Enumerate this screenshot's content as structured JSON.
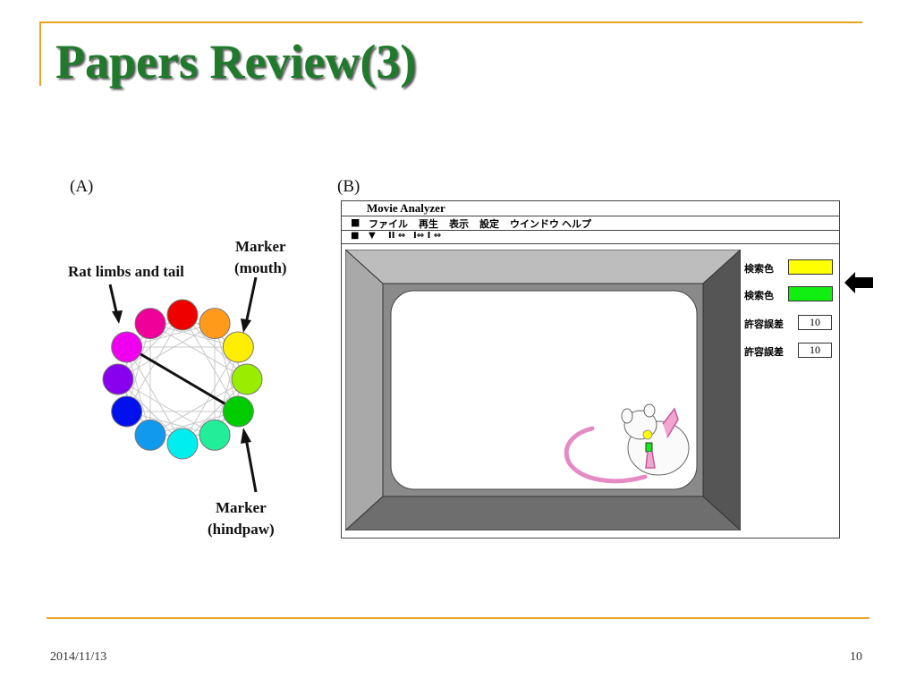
{
  "slide": {
    "title": "Papers Review(3)",
    "date": "2014/11/13",
    "page_number": "10",
    "accent_color": "#e8a320",
    "title_color": "#1f7a2b"
  },
  "figure_a": {
    "label": "(A)",
    "annotations": {
      "limbs": "Rat limbs and tail",
      "mouth_line1": "Marker",
      "mouth_line2": "(mouth)",
      "hindpaw_line1": "Marker",
      "hindpaw_line2": "(hindpaw)"
    },
    "wheel_colors": [
      "#ee0000",
      "#ff9a1a",
      "#ffee00",
      "#99ee00",
      "#00cc00",
      "#22ee99",
      "#00eeee",
      "#1199ee",
      "#0011ee",
      "#8800ee",
      "#ee00ee",
      "#ee0099"
    ]
  },
  "figure_b": {
    "label": "(B)",
    "app": {
      "title": "Movie Analyzer",
      "menu": [
        "ファイル",
        "再生",
        "表示",
        "設定",
        "ウインドウ",
        "ヘルプ"
      ],
      "toolbar": [
        "■",
        "▼",
        "II ⇔",
        "I⇔ I ⇔"
      ],
      "settings": [
        {
          "label": "検索色",
          "color": "#ffff00"
        },
        {
          "label": "検索色",
          "color": "#11ee11"
        },
        {
          "label": "許容誤差",
          "value": "10"
        },
        {
          "label": "許容誤差",
          "value": "10"
        }
      ]
    }
  }
}
